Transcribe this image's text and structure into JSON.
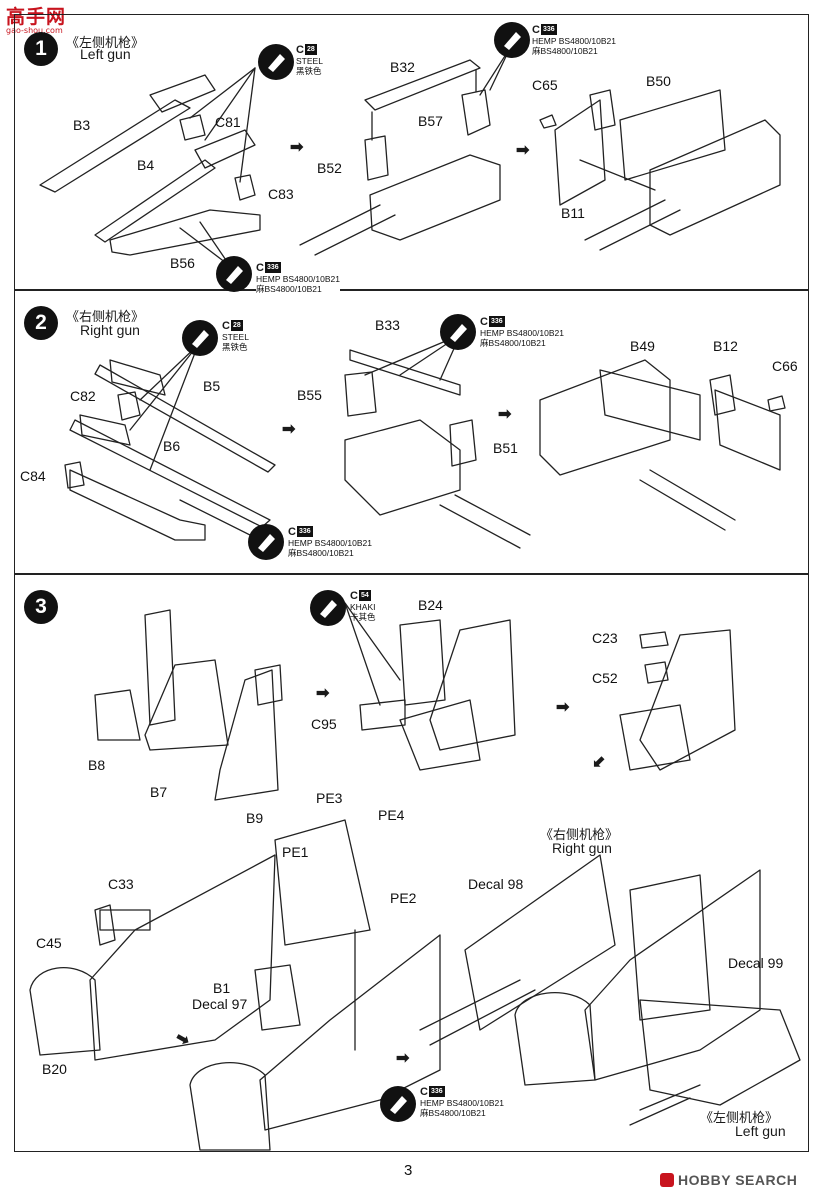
{
  "watermark_top": {
    "logo_text": "高手网",
    "url": "gao-shou.com"
  },
  "watermark_bottom": {
    "brand": "HOBBY SEARCH"
  },
  "page_number": "3",
  "step1": {
    "number": "1",
    "title_cn": "《左侧机枪》",
    "title_en": "Left gun",
    "paint_steel": {
      "code": "C",
      "num": "28",
      "line1": "STEEL",
      "line2": "黑铁色"
    },
    "paint_hemp_top": {
      "code": "C",
      "num": "336",
      "line1": "HEMP BS4800/10B21",
      "line2": "麻BS4800/10B21"
    },
    "paint_hemp_bottom": {
      "code": "C",
      "num": "336",
      "line1": "HEMP BS4800/10B21",
      "line2": "麻BS4800/10B21"
    },
    "parts": [
      "B3",
      "C81",
      "B4",
      "C83",
      "B56",
      "B32",
      "B57",
      "B52",
      "C65",
      "B50",
      "B11"
    ]
  },
  "step2": {
    "number": "2",
    "title_cn": "《右侧机枪》",
    "title_en": "Right gun",
    "paint_steel": {
      "code": "C",
      "num": "28",
      "line1": "STEEL",
      "line2": "黑铁色"
    },
    "paint_hemp_top": {
      "code": "C",
      "num": "336",
      "line1": "HEMP BS4800/10B21",
      "line2": "麻BS4800/10B21"
    },
    "paint_hemp_bottom": {
      "code": "C",
      "num": "336",
      "line1": "HEMP BS4800/10B21",
      "line2": "麻BS4800/10B21"
    },
    "parts": [
      "B5",
      "C82",
      "B6",
      "C84",
      "B33",
      "B55",
      "B51",
      "B49",
      "B12",
      "C66"
    ]
  },
  "step3": {
    "number": "3",
    "paint_khaki": {
      "code": "C",
      "num": "54",
      "line1": "KHAKI",
      "line2": "卡其色"
    },
    "paint_hemp": {
      "code": "C",
      "num": "336",
      "line1": "HEMP BS4800/10B21",
      "line2": "麻BS4800/10B21"
    },
    "parts_top": [
      "B8",
      "B7",
      "B9",
      "B24",
      "C95",
      "C23",
      "C52"
    ],
    "parts_bottom": [
      "PE3",
      "PE4",
      "PE1",
      "PE2",
      "C33",
      "C45",
      "B1",
      "Decal 97",
      "B20",
      "Decal 98",
      "Decal 99"
    ],
    "right_gun_cn": "《右侧机枪》",
    "right_gun_en": "Right gun",
    "left_gun_cn": "《左侧机枪》",
    "left_gun_en": "Left gun"
  }
}
